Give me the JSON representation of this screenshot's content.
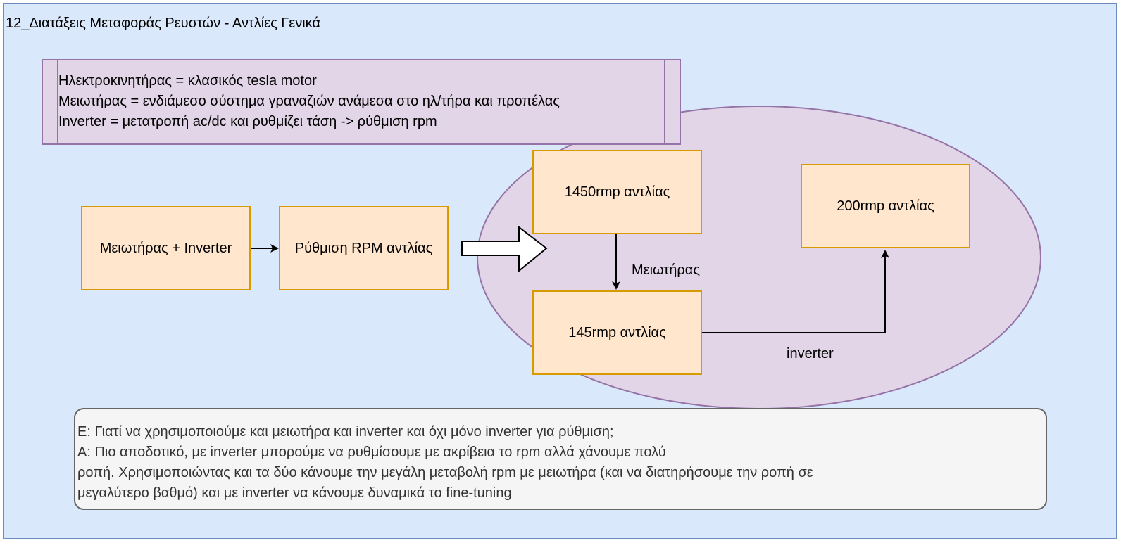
{
  "container": {
    "title": "12_Διατάξεις Μεταφοράς Ρευστών - Αντλίες Γενικά",
    "fill": "#dae8fc",
    "stroke": "#6c8ebf"
  },
  "definitions": {
    "lines": [
      "Ηλεκτροκινητήρας = κλασικός tesla motor",
      "Μειωτήρας = ενδιάμεσο σύστημα γραναζιών ανάμεσα στο ηλ/τήρα και προπέλας",
      "Inverter = μετατροπή ac/dc και ρυθμίζει τάση -> ρύθμιση rpm"
    ],
    "fill": "#e1d5e7",
    "stroke": "#9673a6"
  },
  "ellipse": {
    "fill": "#e1d5e7",
    "stroke": "#9673a6"
  },
  "nodes": {
    "reducer_inverter": "Μειωτήρας + Inverter",
    "rpm_control": "Ρύθμιση RPM αντλίας",
    "pump_1450": "1450rmp αντλίας",
    "pump_145": "145rmp αντλίας",
    "pump_200": "200rmp αντλίας",
    "fill": "#ffe6cc",
    "stroke": "#d79b00"
  },
  "edge_labels": {
    "reducer": "Μειωτήρας",
    "inverter": "inverter"
  },
  "qa": {
    "lines": [
      "Ε: Γιατί να χρησιμοποιούμε και μειωτήρα και inverter και όχι μόνο inverter για ρύθμιση;",
      "Α: Πιο αποδοτικό, με inverter μπορούμε να ρυθμίσουμε με ακρίβεια το rpm αλλά χάνουμε πολύ",
      "ροπή. Χρησιμοποιώντας και τα δύο κάνουμε την μεγάλη μεταβολή rpm με μειωτήρα (και να διατηρήσουμε την ροπή σε",
      "μεγαλύτερο βαθμό) και με inverter να κάνουμε  δυναμικά το fine-tuning"
    ],
    "fill": "#f5f5f5",
    "stroke": "#666666",
    "text_color": "#333333"
  }
}
